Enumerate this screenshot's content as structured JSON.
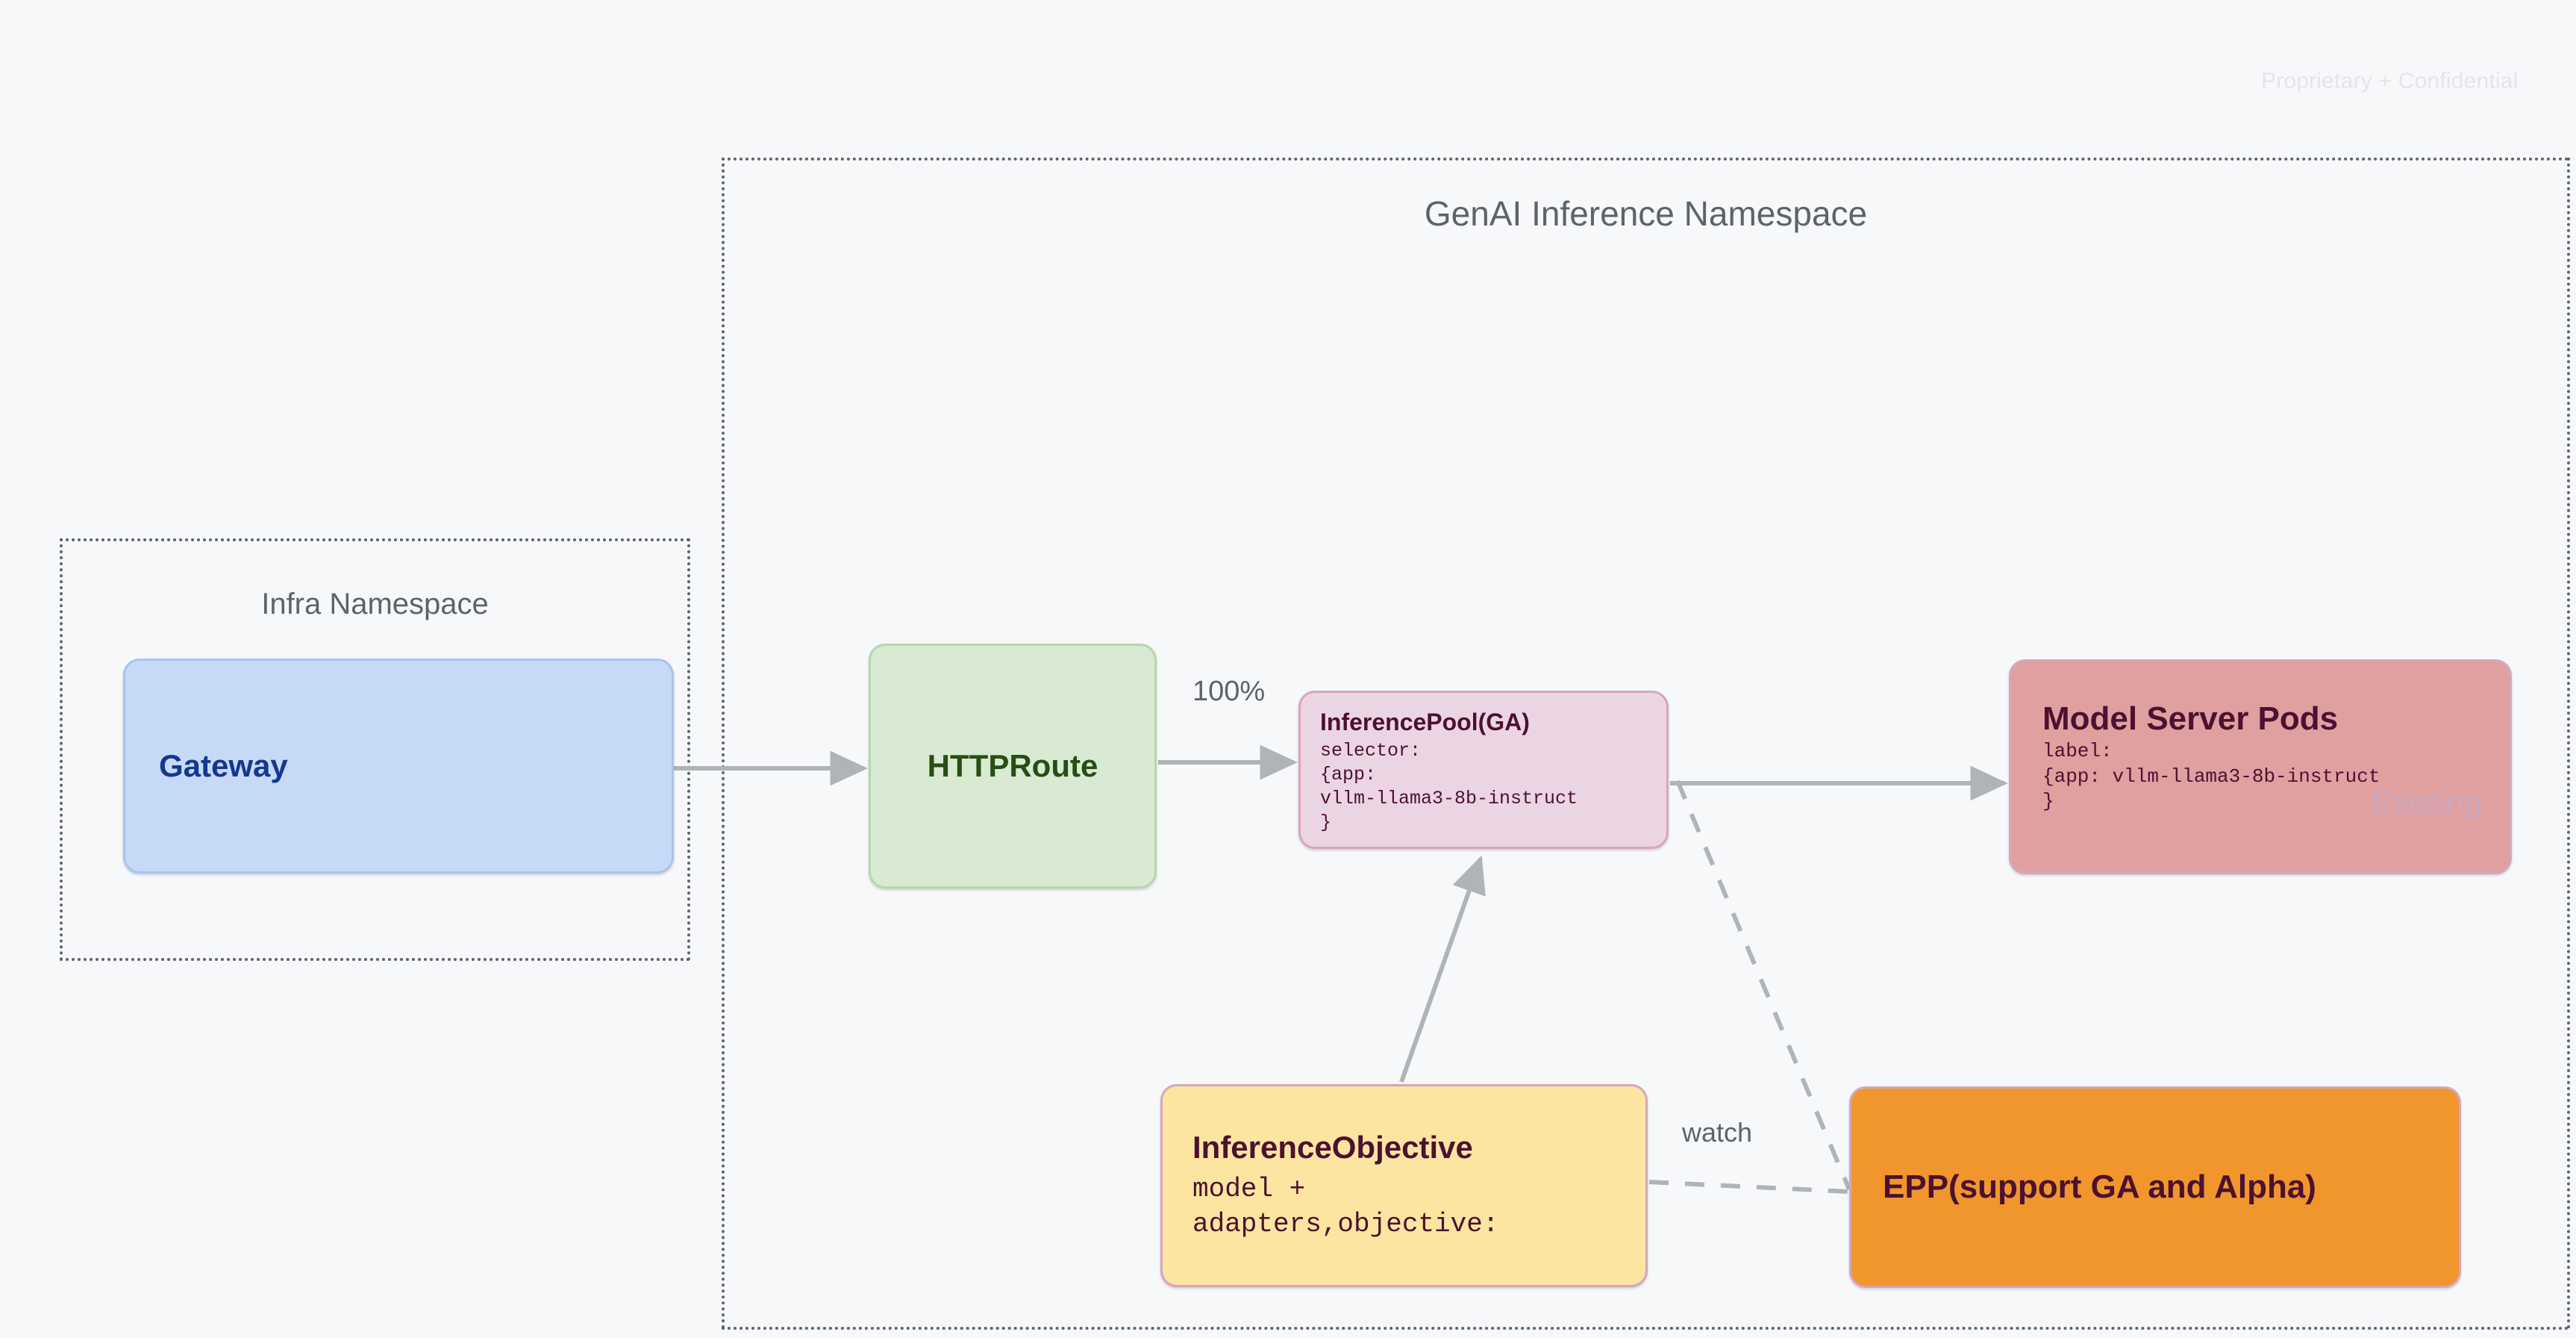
{
  "page": {
    "watermark": "Proprietary + Confidential"
  },
  "namespaces": {
    "infra": {
      "title": "Infra Namespace"
    },
    "genai": {
      "title": "GenAI Inference Namespace"
    }
  },
  "nodes": {
    "gateway": {
      "title": "Gateway",
      "fill": "#c6d9f7",
      "text_color": "#14388f"
    },
    "httproute": {
      "title": "HTTPRoute",
      "fill": "#d9ead3",
      "text_color": "#274e13"
    },
    "inferencepool": {
      "title": "InferencePool(GA)",
      "body": "selector:\n{app:\nvllm-llama3-8b-instruct\n}",
      "fill": "#ecd5e3",
      "text_color": "#4c1130"
    },
    "modelserverpods": {
      "title": "Model Server Pods",
      "body": "label:\n{app: vllm-llama3-8b-instruct\n}",
      "badge": "Existing",
      "fill": "#e0a0a0",
      "text_color": "#4c1130",
      "badge_color": "#c9a8c1"
    },
    "inferenceobjective": {
      "title": "InferenceObjective",
      "body": "model +\nadapters,objective:",
      "fill": "#fce5a0",
      "text_color": "#4c1130"
    },
    "epp": {
      "title": "EPP(support GA and Alpha)",
      "fill": "#f0962c",
      "text_color": "#4c1130"
    }
  },
  "edges": {
    "gateway_to_httproute": {
      "label": ""
    },
    "httproute_to_inferencepool": {
      "label": "100%"
    },
    "inferencepool_to_modelserverpods": {
      "label": ""
    },
    "inferenceobjective_to_inferencepool": {
      "label": ""
    },
    "inferenceobjective_to_epp": {
      "label": "watch",
      "style": "dashed"
    },
    "inferencepool_to_epp": {
      "label": "",
      "style": "dashed"
    }
  },
  "colors": {
    "background": "#f7f8fa",
    "namespace_border": "#5f6368",
    "connector": "#b0b3b8"
  }
}
